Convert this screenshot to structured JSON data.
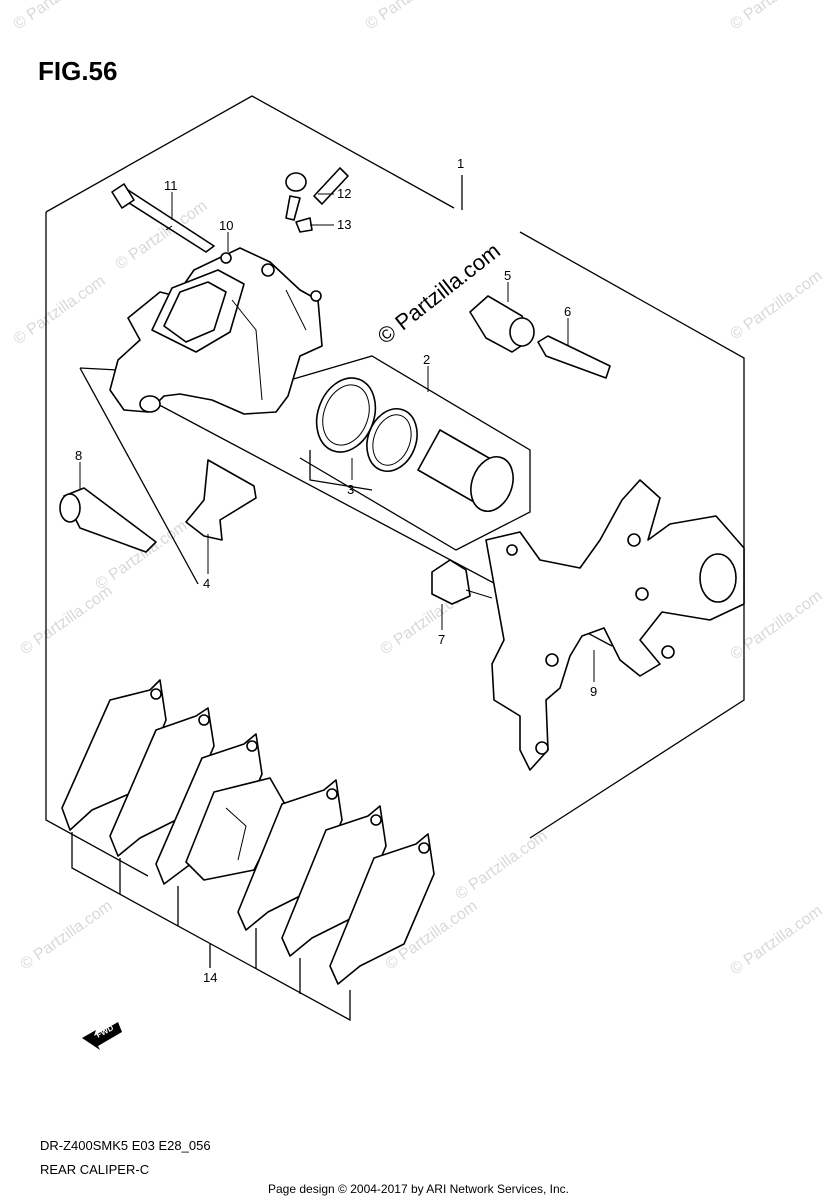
{
  "figure": {
    "title": "FIG.56"
  },
  "watermarks": {
    "small": "© Partzilla.com",
    "center": "© Partzilla.com"
  },
  "callouts": [
    {
      "id": "1",
      "label": "1"
    },
    {
      "id": "2",
      "label": "2"
    },
    {
      "id": "3",
      "label": "3"
    },
    {
      "id": "4",
      "label": "4"
    },
    {
      "id": "5",
      "label": "5"
    },
    {
      "id": "6",
      "label": "6"
    },
    {
      "id": "7",
      "label": "7"
    },
    {
      "id": "8",
      "label": "8"
    },
    {
      "id": "9",
      "label": "9"
    },
    {
      "id": "10",
      "label": "10"
    },
    {
      "id": "11",
      "label": "11"
    },
    {
      "id": "12",
      "label": "12"
    },
    {
      "id": "13",
      "label": "13"
    },
    {
      "id": "14",
      "label": "14"
    }
  ],
  "fwd_marker": {
    "label": "FWD"
  },
  "footer": {
    "model_code": "DR-Z400SMK5 E03 E28_056",
    "diagram_name": "REAR CALIPER-C",
    "credit": "Page design © 2004-2017 by ARI Network Services, Inc."
  }
}
